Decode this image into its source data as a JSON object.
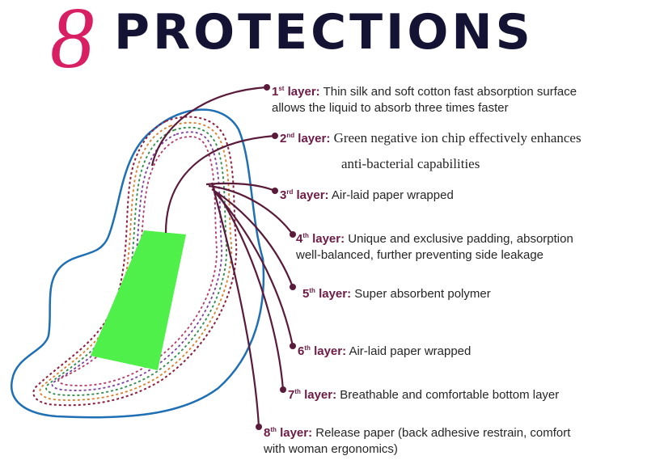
{
  "title": {
    "number": "8",
    "word": "PROTECTIONS"
  },
  "colors": {
    "title_number": "#d81f63",
    "title_word": "#141334",
    "label": "#6d1b45",
    "leader": "#5a1b3a",
    "green_chip": "#4ff04a",
    "outline": "#1f6fb5"
  },
  "layers": [
    {
      "num": "1",
      "sup": "st",
      "suffix": " layer:",
      "text": "Thin silk and soft cotton fast absorption surface",
      "text2": "allows the liquid to absorb three times faster"
    },
    {
      "num": "2",
      "sup": "nd",
      "suffix": " layer:",
      "text": "Green negative ion chip effectively enhances",
      "text2": "anti-bacterial capabilities"
    },
    {
      "num": "3",
      "sup": "rd",
      "suffix": " layer:",
      "text": "Air-laid paper wrapped"
    },
    {
      "num": "4",
      "sup": "th",
      "suffix": " layer:",
      "text": "Unique and exclusive padding, absorption",
      "text2": "well-balanced, further preventing side leakage"
    },
    {
      "num": "5",
      "sup": "th",
      "suffix": " layer:",
      "text": "Super absorbent polymer"
    },
    {
      "num": "6",
      "sup": "th",
      "suffix": " layer:",
      "text": "Air-laid paper wrapped"
    },
    {
      "num": "7",
      "sup": "th",
      "suffix": " layer:",
      "text": "Breathable and comfortable bottom layer"
    },
    {
      "num": "8",
      "sup": "th",
      "suffix": " layer:",
      "text": "Release paper (back adhesive restrain, comfort",
      "text2": "with woman ergonomics)"
    }
  ]
}
